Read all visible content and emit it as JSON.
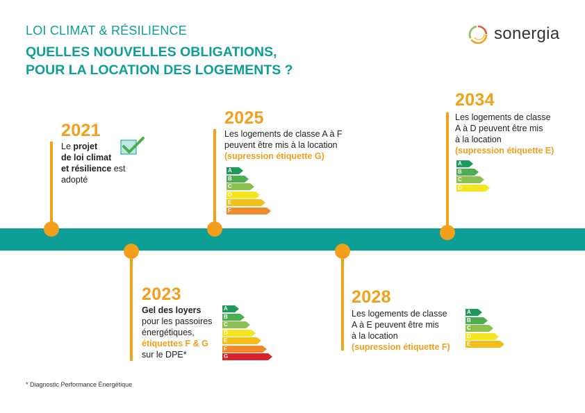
{
  "header": {
    "subtitle": "LOI CLIMAT & RÉSILIENCE",
    "title_line1": "QUELLES NOUVELLES OBLIGATIONS,",
    "title_line2": "POUR LA LOCATION DES LOGEMENTS ?",
    "logo_text": "sonergia"
  },
  "colors": {
    "teal": "#0f9e95",
    "orange": "#f29f1b",
    "A": "#1b9a5a",
    "B": "#4caf4f",
    "C": "#8cc152",
    "D": "#f4e51f",
    "E": "#f3bd1a",
    "F": "#ee8a2a",
    "G": "#d8232a"
  },
  "events": {
    "y2021": {
      "year": "2021",
      "line1_a": "Le ",
      "line1_b": "projet",
      "line2": "de loi climat",
      "line3_b": "et résilience",
      "line3_a": " est",
      "line4": "adopté",
      "icon": "checkmark-icon"
    },
    "y2023": {
      "year": "2023",
      "line1": "Gel des loyers",
      "line2": "pour les passoires",
      "line3": "énergétiques,",
      "line4": "étiquettes F & G",
      "line5": "sur le DPE*",
      "labels": [
        "A",
        "B",
        "C",
        "D",
        "E",
        "F",
        "G"
      ]
    },
    "y2025": {
      "year": "2025",
      "line1": "Les logements de classe A à F",
      "line2": "peuvent être mis à la location",
      "line3": "(supression étiquette G)",
      "labels": [
        "A",
        "B",
        "C",
        "D",
        "E",
        "F"
      ]
    },
    "y2028": {
      "year": "2028",
      "line1": "Les logements de classe",
      "line2": "A à E peuvent être mis",
      "line3": "à la location",
      "line4": "(supression étiquette F)",
      "labels": [
        "A",
        "B",
        "C",
        "D",
        "E"
      ]
    },
    "y2034": {
      "year": "2034",
      "line1": "Les logements de classe",
      "line2": "A à D peuvent être mis",
      "line3": "à la location",
      "line4": "(supression étiquette E)",
      "labels": [
        "A",
        "B",
        "C",
        "D"
      ]
    }
  },
  "footnote": "* Diagnostic Performance Énergétique"
}
